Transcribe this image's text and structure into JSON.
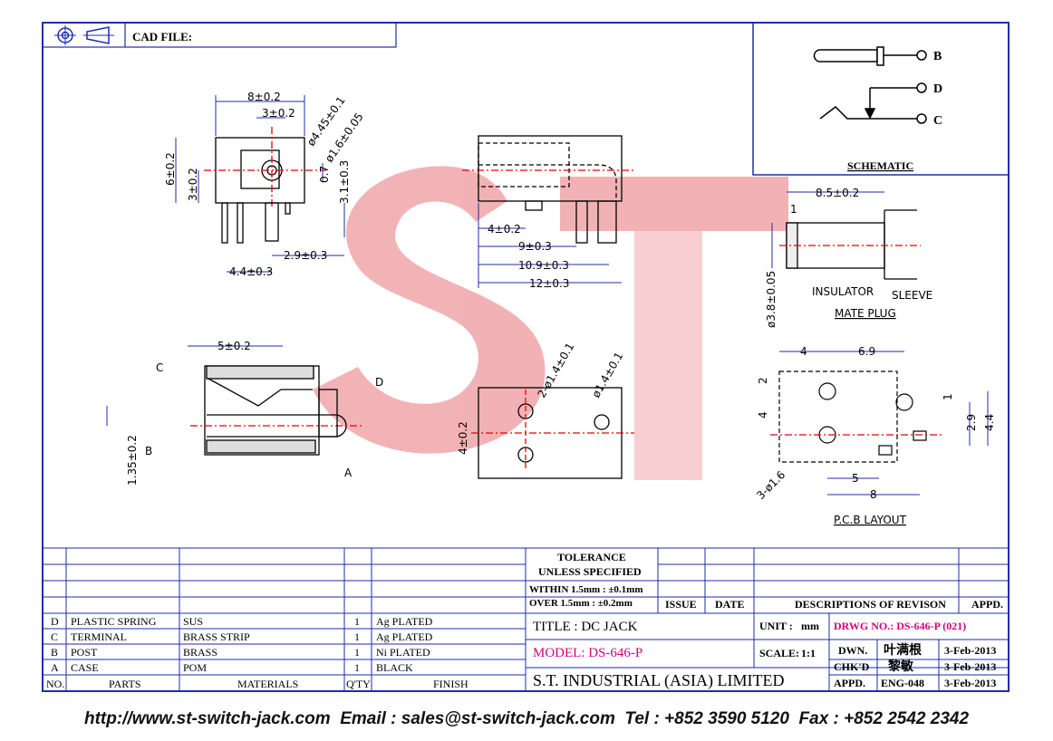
{
  "header": {
    "cad_file_label": "CAD FILE:"
  },
  "drawing_dims": {
    "d1": "8±0.2",
    "d2": "3±0.2",
    "d3": "ø4.45±0.1",
    "d4": "ø1.6±0.05",
    "d5": "6±0.2",
    "d6": "3±0.2",
    "d7": "0.7",
    "d8": "3.1±0.3",
    "d9": "2.9±0.3",
    "d10": "4.4±0.3",
    "s1": "4±0.2",
    "s2": "9±0.3",
    "s3": "10.9±0.3",
    "s4": "12±0.3",
    "p1": "8.5±0.2",
    "p2": "1",
    "p3": "ø3.8±0.05",
    "p4": "INSULATOR",
    "p5": "SLEEVE",
    "p6": "MATE PLUG",
    "c1": "5±0.2",
    "c2": "C",
    "c3": "D",
    "c4": "B",
    "c5": "A",
    "c6": "1.35±0.2",
    "b1": "2-ø1.4±0.1",
    "b2": "ø1.4±0.1",
    "b3": "4±0.2",
    "l1": "4",
    "l2": "6.9",
    "l3": "2",
    "l4": "4",
    "l5": "1",
    "l6": "2.9",
    "l7": "4.4",
    "l8": "5",
    "l9": "8",
    "l10": "3-ø1.6",
    "l11": "P.C.B LAYOUT"
  },
  "schematic": {
    "title": "SCHEMATIC",
    "pins": [
      "B",
      "D",
      "C"
    ]
  },
  "watermark": "ST",
  "parts_table": {
    "rows": [
      {
        "no": "D",
        "part": "PLASTIC SPRING",
        "material": "SUS",
        "qty": "1",
        "finish": "Ag PLATED"
      },
      {
        "no": "C",
        "part": "TERMINAL",
        "material": "BRASS STRIP",
        "qty": "1",
        "finish": "Ag PLATED"
      },
      {
        "no": "B",
        "part": "POST",
        "material": "BRASS",
        "qty": "1",
        "finish": "Ni PLATED"
      },
      {
        "no": "A",
        "part": "CASE",
        "material": "POM",
        "qty": "1",
        "finish": "BLACK"
      }
    ],
    "headers": {
      "no": "NO.",
      "part": "PARTS",
      "material": "MATERIALS",
      "qty": "Q'TY",
      "finish": "FINISH"
    }
  },
  "title_block": {
    "tolerance_title": "TOLERANCE",
    "tolerance_sub": "UNLESS   SPECIFIED",
    "within": "WITHIN  1.5mm : ±0.1mm",
    "over": "OVER     1.5mm : ±0.2mm",
    "issue": "ISSUE",
    "date": "DATE",
    "descriptions": "DESCRIPTIONS  OF  REVISON",
    "appd": "APPD.",
    "title": "TITLE : DC JACK",
    "model": "MODEL: DS-646-P",
    "company": "S.T.  INDUSTRIAL  (ASIA)  LIMITED",
    "unit_label": "UNIT :",
    "unit": "mm",
    "scale_label": "SCALE:",
    "scale": "1:1",
    "drwg_no": "DRWG NO.: DS-646-P (021)",
    "dwn_label": "DWN.",
    "dwn_name": "叶满根",
    "dwn_date": "3-Feb-2013",
    "chkd_label": "CHK'D",
    "chkd_name": "黎敏",
    "chkd_date": "3-Feb-2013",
    "appd_label": "APPD.",
    "appd_name": "ENG-048",
    "appd_date": "3-Feb-2013"
  },
  "footer": {
    "website": "http://www.st-switch-jack.com",
    "email": "Email : sales@st-switch-jack.com",
    "tel": "Tel : +852 3590 5120",
    "fax": "Fax : +852 2542 2342"
  },
  "colors": {
    "frame": "#1c2ea8",
    "watermark": "#e8747a",
    "magenta": "#d4007a"
  }
}
